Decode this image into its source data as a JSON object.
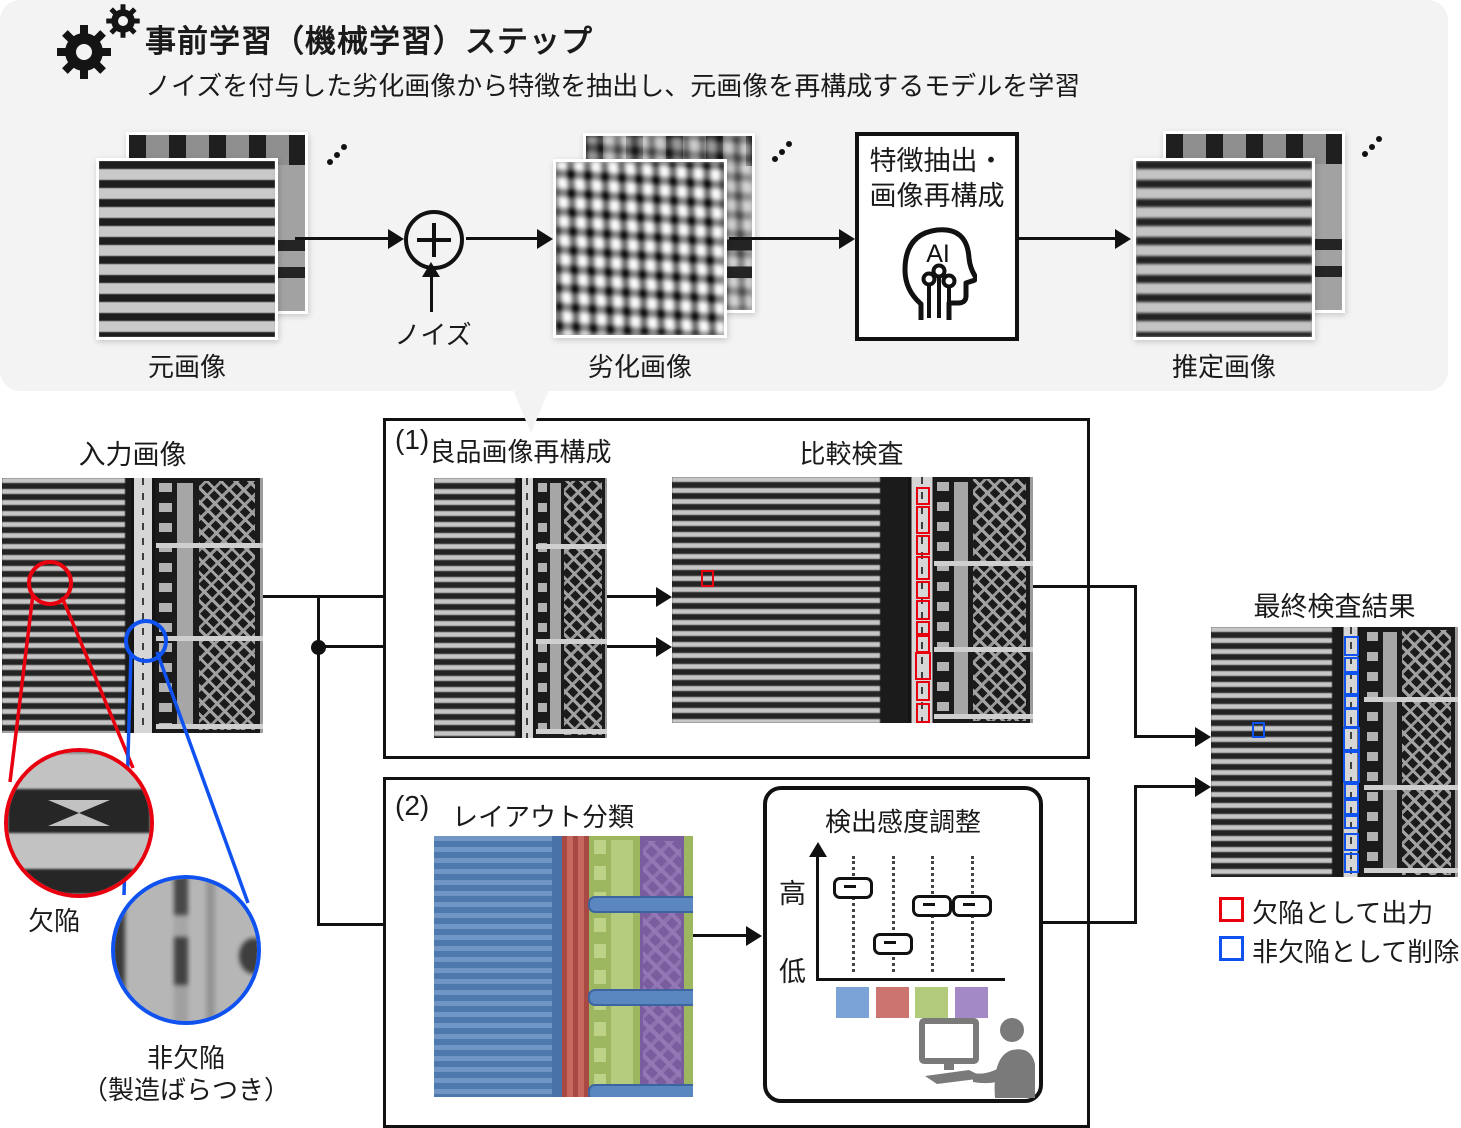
{
  "pretraining": {
    "title": "事前学習（機械学習）ステップ",
    "subtitle": "ノイズを付与した劣化画像から特徴を抽出し、元画像を再構成するモデルを学習",
    "original_label": "元画像",
    "noise_label": "ノイズ",
    "degraded_label": "劣化画像",
    "ai_box_line1": "特徴抽出・",
    "ai_box_line2": "画像再構成",
    "ai_text": "AI",
    "estimated_label": "推定画像"
  },
  "inspection": {
    "input_label": "入力画像",
    "defect_label": "欠陥",
    "nondefect_label_line1": "非欠陥",
    "nondefect_label_line2": "（製造ばらつき）",
    "step1": {
      "number": "(1)",
      "recon_label": "良品画像再構成",
      "compare_label": "比較検査"
    },
    "step2": {
      "number": "(2)",
      "layout_label": "レイアウト分類",
      "sensitivity": {
        "title": "検出感度調整",
        "high_label": "高",
        "low_label": "低",
        "sliders": [
          {
            "category": "line-region",
            "color": "#7BA3D6",
            "level": 74
          },
          {
            "category": "lane-region",
            "color": "#CC7470",
            "level": 25
          },
          {
            "category": "dot-region",
            "color": "#B2CA7C",
            "level": 58
          },
          {
            "category": "chevron-region",
            "color": "#A489C7",
            "level": 58
          }
        ]
      }
    },
    "result": {
      "title": "最終検査結果",
      "legend": [
        {
          "color": "#E8000F",
          "label": "欠陥として出力"
        },
        {
          "color": "#0F52F0",
          "label": "非欠陥として削除"
        }
      ]
    }
  },
  "colors": {
    "defect_red": "#E8000F",
    "nondefect_blue": "#0F52F0",
    "panel_gray": "#F3F3F3",
    "layout_blue": "#4E79AE",
    "layout_red": "#C0544C",
    "layout_green": "#9CB75F",
    "layout_purple": "#7A5D9E"
  }
}
